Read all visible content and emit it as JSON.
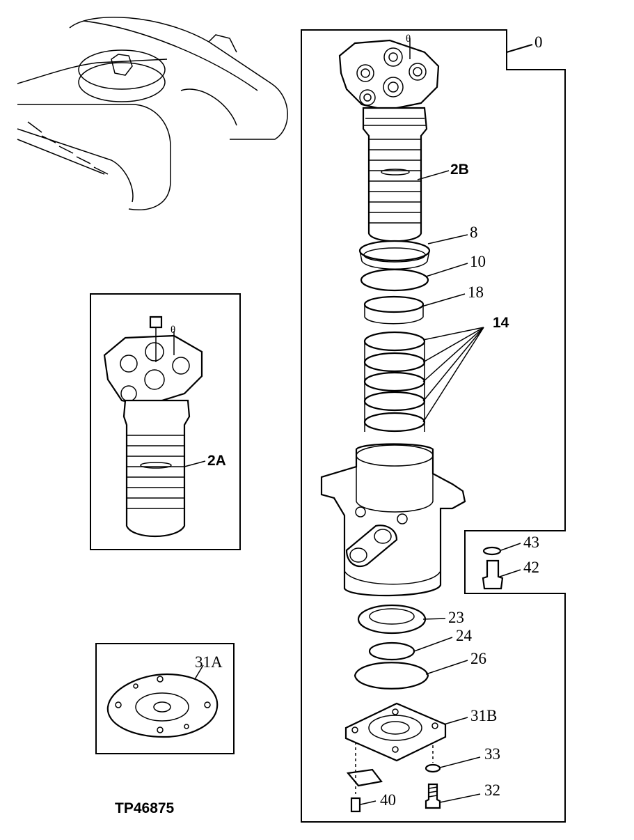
{
  "figure_id": "TP46875",
  "callouts": {
    "c0": "0",
    "c2B": "2B",
    "c8": "8",
    "c10": "10",
    "c18": "18",
    "c14": "14",
    "c43": "43",
    "c42": "42",
    "c23": "23",
    "c24": "24",
    "c26": "26",
    "c31B": "31B",
    "c33": "33",
    "c32": "32",
    "c40": "40",
    "c2A": "2A",
    "c31A": "31A",
    "c9": "θ",
    "c9b": "θ"
  },
  "colors": {
    "ink": "#000000",
    "paper": "#ffffff"
  }
}
